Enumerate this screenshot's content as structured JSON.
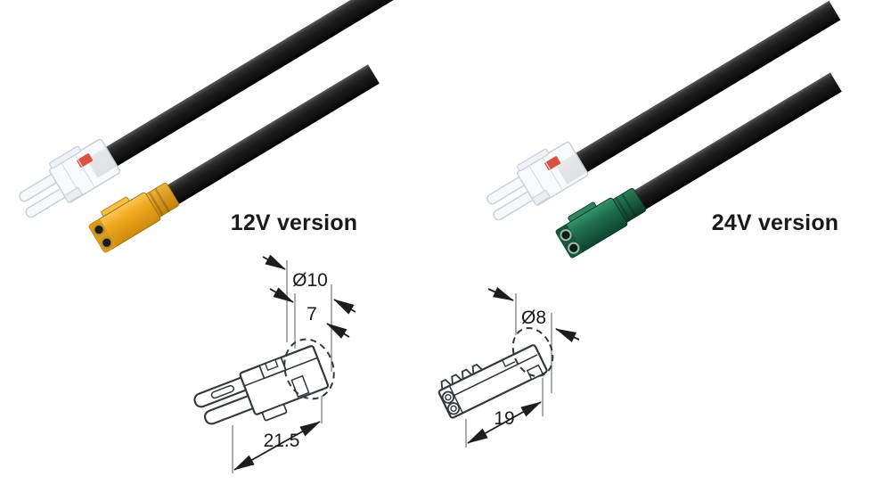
{
  "figure": {
    "background": "#FFFFFF",
    "photos": [
      {
        "id": "12v",
        "caption": "12V version"
      },
      {
        "id": "24v",
        "caption": "24V version"
      }
    ],
    "drawings": {
      "clip": {
        "diameter": "Ø10",
        "depth": "7",
        "length": "21.5"
      },
      "plug": {
        "diameter": "Ø8",
        "length": "19"
      }
    },
    "colors": {
      "cable": "#1C1C1C",
      "plug_12v": "#F2A81F",
      "plug_12v_face": "#E39A10",
      "plug_24v": "#1F6E4D",
      "plug_24v_face": "#16573C",
      "clip_accent": "#D85243",
      "drawing_line": "#34383C",
      "extension_line": "#8D9399",
      "text": "#1A1A1A"
    }
  }
}
